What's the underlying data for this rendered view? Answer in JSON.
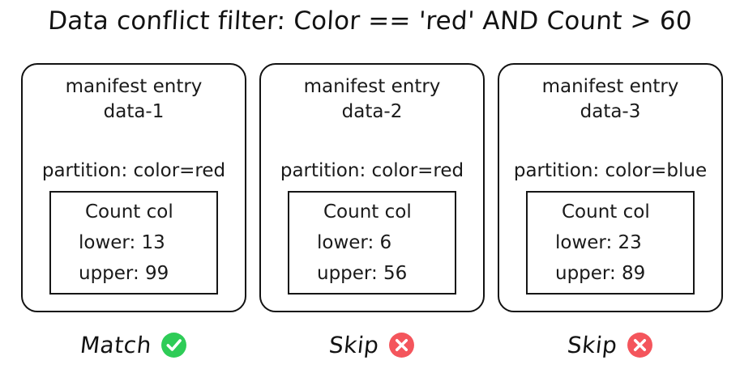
{
  "title": "Data conflict filter: Color == 'red' AND Count > 60",
  "colors": {
    "match": "#2ECC57",
    "skip": "#F4555C",
    "stroke": "#121212",
    "background": "#ffffff"
  },
  "cards": [
    {
      "entry_label": "manifest entry",
      "entry_id": "data-1",
      "partition": "partition: color=red",
      "stats": {
        "title": "Count col",
        "lower_label": "lower: 13",
        "upper_label": "upper: 99",
        "lower": 13,
        "upper": 99
      },
      "verdict": {
        "label": "Match",
        "icon": "check-circle-icon",
        "color": "#2ECC57"
      }
    },
    {
      "entry_label": "manifest entry",
      "entry_id": "data-2",
      "partition": "partition: color=red",
      "stats": {
        "title": "Count col",
        "lower_label": "lower: 6",
        "upper_label": "upper: 56",
        "lower": 6,
        "upper": 56
      },
      "verdict": {
        "label": "Skip",
        "icon": "x-circle-icon",
        "color": "#F4555C"
      }
    },
    {
      "entry_label": "manifest entry",
      "entry_id": "data-3",
      "partition": "partition: color=blue",
      "stats": {
        "title": "Count col",
        "lower_label": "lower: 23",
        "upper_label": "upper: 89",
        "lower": 23,
        "upper": 89
      },
      "verdict": {
        "label": "Skip",
        "icon": "x-circle-icon",
        "color": "#F4555C"
      }
    }
  ]
}
